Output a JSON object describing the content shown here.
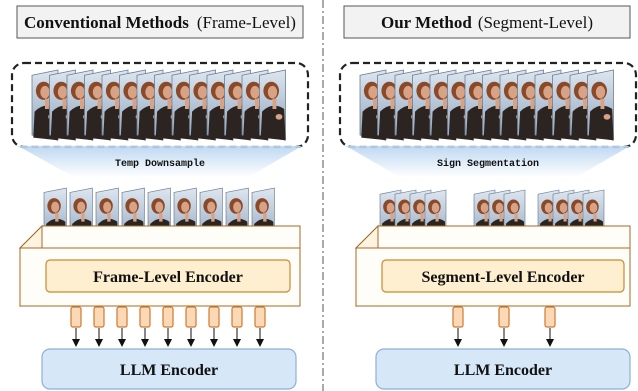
{
  "left": {
    "title_bold": "Conventional Methods",
    "title_rest": "(Frame-Level)",
    "op_label": "Temp Downsample",
    "encoder_label": "Frame-Level Encoder",
    "llm_label": "LLM Encoder",
    "input_frame_count": 14,
    "selected_frame_count": 9,
    "token_count": 9
  },
  "right": {
    "title_bold": "Our Method",
    "title_rest": "(Segment-Level)",
    "op_label": "Sign Segmentation",
    "encoder_label": "Segment-Level Encoder",
    "llm_label": "LLM Encoder",
    "input_frame_count": 14,
    "segment_frame_counts": [
      4,
      3,
      4
    ],
    "token_count": 3
  },
  "colors": {
    "title_box_fill": "#f2f2f2",
    "encoder_fill": "#fdefcf",
    "encoder_border": "#c98b32",
    "encoder_outer_fill": "#fffdf7",
    "encoder_outer_border": "#a56a25",
    "token_fill": "#fbd9b6",
    "token_border": "#cf7a30",
    "llm_fill": "#d6e7f8",
    "llm_border": "#8db0d6",
    "fan_color": "#bcd6f1",
    "frame_bg": "#9fb2c8",
    "frame_sky": "#c7d6e6",
    "frame_person": "#2c2421",
    "frame_skin": "#d8a385",
    "frame_hair": "#8a4a2a"
  },
  "icons": {
    "frame": "signer-video-frame",
    "token": "feature-token",
    "arrow": "down-arrow"
  }
}
